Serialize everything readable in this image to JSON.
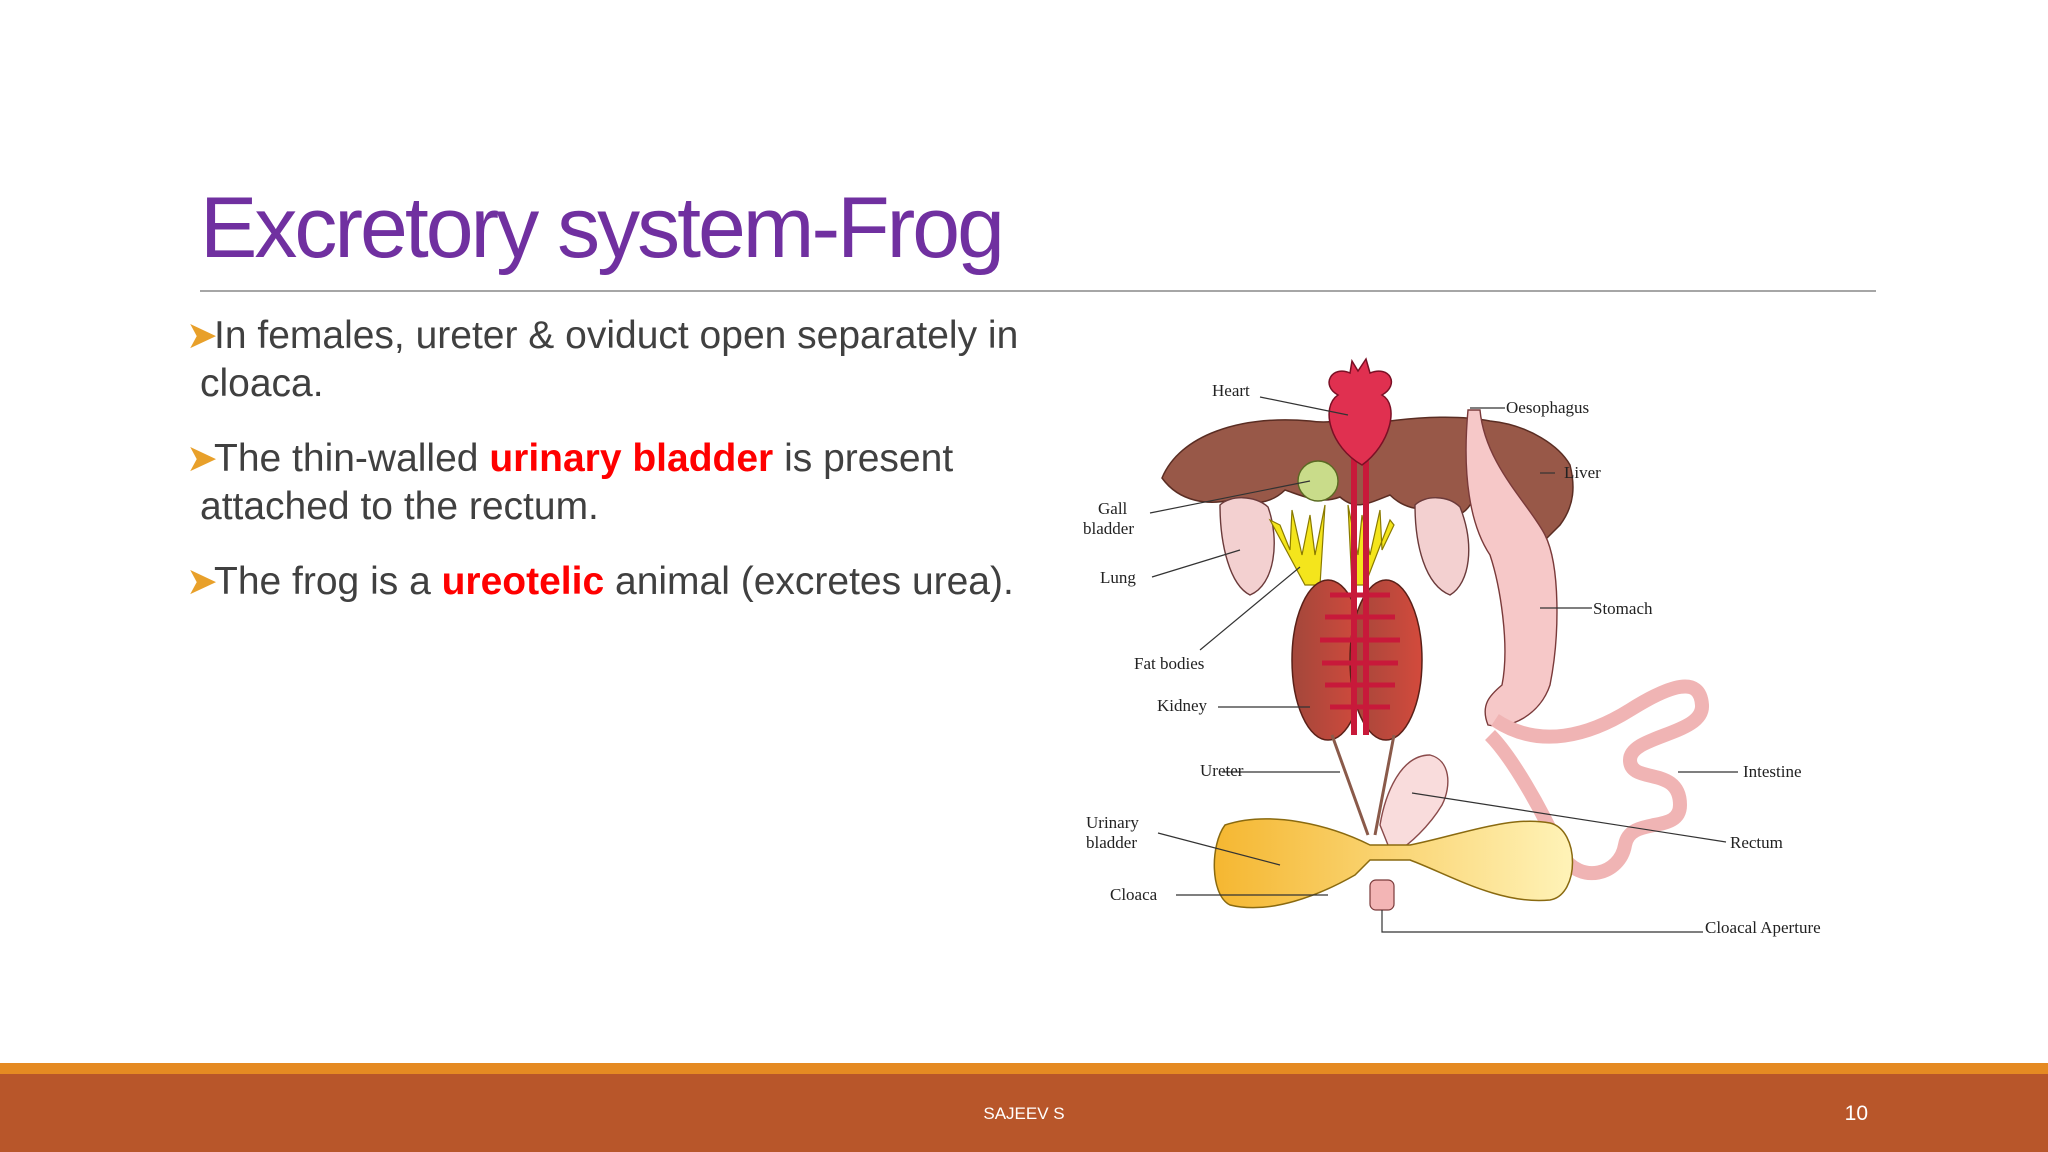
{
  "slide": {
    "title": "Excretory system-Frog",
    "bullets": [
      {
        "segments": [
          {
            "text": "In females, ureter & oviduct open separately in cloaca.",
            "highlight": false
          }
        ]
      },
      {
        "segments": [
          {
            "text": "The thin-walled ",
            "highlight": false
          },
          {
            "text": "urinary bladder",
            "highlight": true
          },
          {
            "text": " is present attached to the rectum.",
            "highlight": false
          }
        ]
      },
      {
        "segments": [
          {
            "text": "The frog is a ",
            "highlight": false
          },
          {
            "text": "ureotelic",
            "highlight": true
          },
          {
            "text": " animal (excretes urea).",
            "highlight": false
          }
        ]
      }
    ]
  },
  "diagram": {
    "labels": {
      "heart": "Heart",
      "oesophagus": "Oesophagus",
      "liver": "Liver",
      "gall_bladder_1": "Gall",
      "gall_bladder_2": "bladder",
      "lung": "Lung",
      "stomach": "Stomach",
      "fat_bodies": "Fat bodies",
      "kidney": "Kidney",
      "ureter": "Ureter",
      "intestine": "Intestine",
      "urinary_bladder_1": "Urinary",
      "urinary_bladder_2": "bladder",
      "rectum": "Rectum",
      "cloaca": "Cloaca",
      "cloacal_aperture": "Cloacal Aperture"
    }
  },
  "footer": {
    "author": "SAJEEV S",
    "page_number": "10"
  },
  "colors": {
    "title": "#7030a0",
    "highlight": "#ff0000",
    "bullet_arrow": "#e8a02a",
    "footer_bar": "#b8562a",
    "footer_stripe": "#e58a22"
  }
}
